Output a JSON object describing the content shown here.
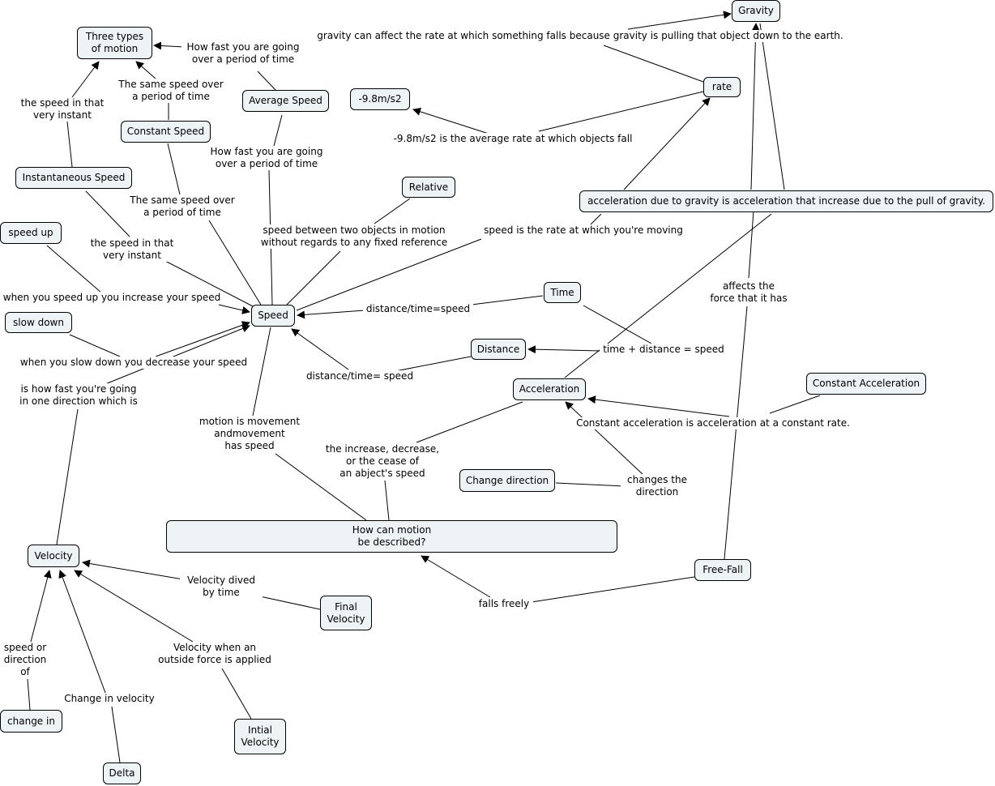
{
  "concepts": {
    "three_types": "Three types\nof motion",
    "gravity": "Gravity",
    "rate": "rate",
    "neg98": "-9.8m/s2",
    "average_speed": "Average Speed",
    "constant_speed": "Constant Speed",
    "instantaneous_speed": "Instantaneous Speed",
    "relative": "Relative",
    "speed_up": "speed up",
    "slow_down": "slow down",
    "speed": "Speed",
    "time": "Time",
    "distance": "Distance",
    "acceleration": "Acceleration",
    "constant_acceleration": "Constant Acceleration",
    "change_direction": "Change direction",
    "accel_gravity": "acceleration due to gravity is acceleration that increase due to the pull of gravity.",
    "how_motion": "How can motion\nbe described?",
    "velocity": "Velocity",
    "final_velocity": "Final\nVelocity",
    "free_fall": "Free-Fall",
    "change_in": "change in",
    "delta": "Delta",
    "initial_velocity": "Intial\nVelocity"
  },
  "links": {
    "gravity_falls": "gravity can affect the rate at which something falls because gravity is pulling that object down to the earth.",
    "avg_rate_fall": "-9.8m/s2 is the average rate at which objects fall",
    "how_fast_top": "How fast you are going\nover a period of  time",
    "same_speed_top": "The same speed over\na period of time",
    "instant_top": "the speed in that\nvery instant",
    "how_fast_mid": "How fast you are going\nover a period of  time",
    "same_speed_mid": "The same speed over\na period of time",
    "instant_mid": "the speed in that\nvery instant",
    "relative_def": "speed between two objects in motion\nwithout regards to any fixed reference",
    "speed_rate": "speed is the rate at which you're moving",
    "speed_up_def": "when you speed up you increase your speed",
    "slow_down_def": "when you slow down you decrease your speed",
    "velocity_def": "is how fast you're going\nin one direction which is",
    "time_speed": "distance/time=speed",
    "distance_speed": "distance/time= speed",
    "time_distance": "time + distance = speed",
    "affects_force": "affects the\nforce that it has",
    "constant_accel_def": "Constant acceleration is acceleration at a constant rate.",
    "changes_direction": "changes the\ndirection",
    "accel_def": "the increase, decrease,\nor the cease of\nan abject's speed",
    "motion_speed": "motion is movement\nandmovement\nhas speed",
    "falls_freely": "falls freely",
    "final_vel_def": "Velocity dived\nby time",
    "initial_vel_def": "Velocity when an\noutside force is applied",
    "speed_or_direction": "speed or\ndirection\nof",
    "change_in_velocity": "Change in velocity"
  }
}
